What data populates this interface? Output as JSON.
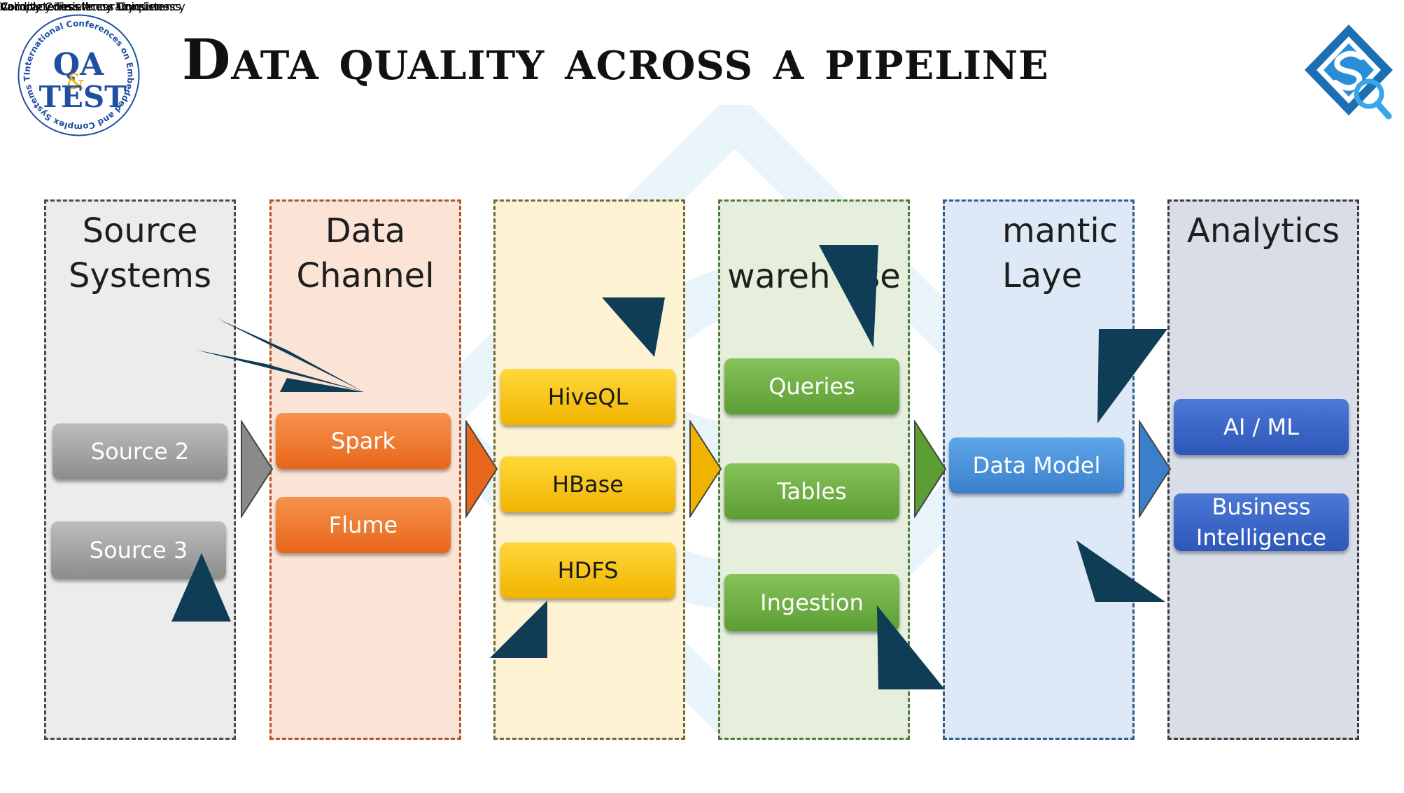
{
  "title": "Data quality across a pipeline",
  "logos": {
    "left": {
      "ring_text": "International Conferences on Embedded and Complex Systems Testing",
      "qa": "QA",
      "amp": "&",
      "test": "TEST"
    }
  },
  "stages": [
    {
      "title": "Source\nSystems",
      "color": "#ececec"
    },
    {
      "title": "Data\nChannel",
      "color": "#fbe3d6"
    },
    {
      "title": "",
      "color": "#fdf3d3"
    },
    {
      "title": "wareh   se",
      "color": "#e5efdc"
    },
    {
      "title": "mantic\nLaye",
      "color": "#dde9f6"
    },
    {
      "title": "Analytics",
      "color": "#d8dde7"
    }
  ],
  "components": {
    "source": [
      "Source 2",
      "Source 3"
    ],
    "channel": [
      "Spark",
      "Flume"
    ],
    "storage": [
      "HiveQL",
      "HBase",
      "HDFS"
    ],
    "warehouse": [
      "Queries",
      "Tables",
      "Ingestion"
    ],
    "semantic": [
      "Data Model"
    ],
    "analytics": [
      "AI / ML",
      "Business\nIntelligence"
    ]
  },
  "callouts": [
    "Completeness",
    "Completeness\nAccuracy",
    "Completeness",
    "Accuracy\nTimeliness\nConsistency",
    "Completeness",
    "Validity\nConsistency\nUniqueness",
    "Completeness",
    "Validity\nConsistency\nTimeliness"
  ],
  "colors": {
    "callout": "#0f3d56",
    "arrow_gray": "#8a8a8a",
    "arrow_orange": "#e8661b",
    "arrow_yellow": "#f0b400",
    "arrow_green": "#5c9e33",
    "arrow_blue": "#3b7fcc"
  }
}
